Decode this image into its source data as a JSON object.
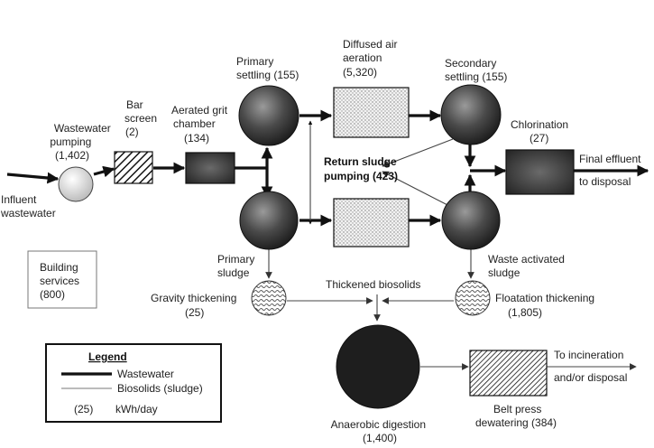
{
  "labels": {
    "influent": [
      "Influent",
      "wastewater"
    ],
    "pumping": [
      "Wastewater",
      "pumping",
      "(1,402)"
    ],
    "bar_screen": [
      "Bar",
      "screen",
      "(2)"
    ],
    "grit": [
      "Aerated grit",
      "chamber",
      "(134)"
    ],
    "primary_settling": [
      "Primary",
      "settling (155)"
    ],
    "aeration": [
      "Diffused air",
      "aeration",
      "(5,320)"
    ],
    "secondary_settling": [
      "Secondary",
      "settling (155)"
    ],
    "chlorination": [
      "Chlorination",
      "(27)"
    ],
    "final_effluent": [
      "Final effluent",
      "to disposal"
    ],
    "return_sludge": [
      "Return sludge",
      "pumping (423)"
    ],
    "primary_sludge": [
      "Primary",
      "sludge"
    ],
    "waste_activated": [
      "Waste activated",
      "sludge"
    ],
    "thickened": "Thickened biosolids",
    "gravity": [
      "Gravity thickening",
      "(25)"
    ],
    "floatation": [
      "Floatation thickening",
      "(1,805)"
    ],
    "building": [
      "Building",
      "services",
      "(800)"
    ],
    "anaerobic": [
      "Anaerobic digestion",
      "(1,400)"
    ],
    "belt_press": [
      "Belt press",
      "dewatering (384)"
    ],
    "incineration": [
      "To incineration",
      "and/or disposal"
    ]
  },
  "legend": {
    "title": "Legend",
    "wastewater": "Wastewater",
    "biosolids": "Biosolids (sludge)",
    "unit_sample": "(25)",
    "unit_label": "kWh/day"
  },
  "colors": {
    "dark_fill": "#262626",
    "gray_fill": "#707070",
    "light_fill": "#e8e8e8",
    "line": "#111111",
    "thin_line": "#555555"
  }
}
